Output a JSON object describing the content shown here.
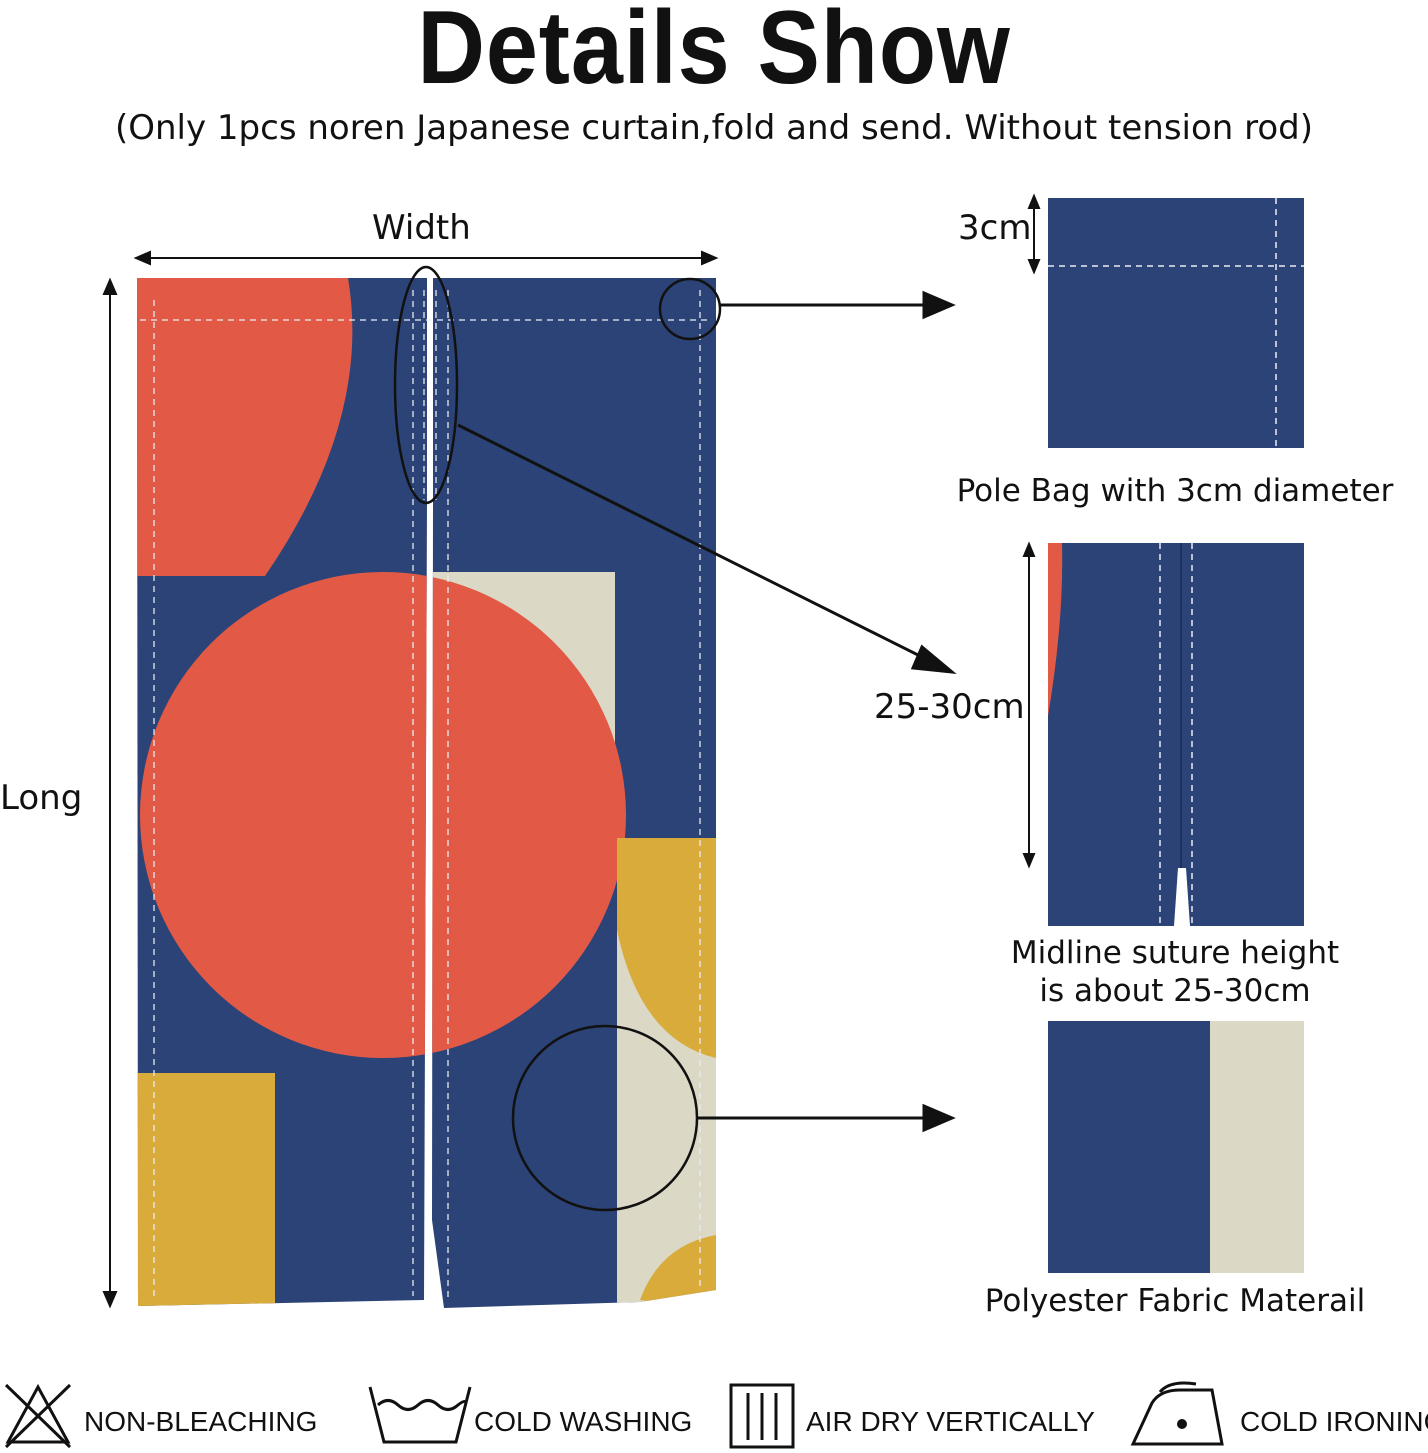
{
  "heading": {
    "title": "Details Show",
    "subtitle": "(Only 1pcs noren Japanese curtain,fold and send. Without tension rod)"
  },
  "curtain": {
    "width_label": "Width",
    "length_label": "Long"
  },
  "details": [
    {
      "measure": "3cm",
      "caption": "Pole Bag with 3cm diameter"
    },
    {
      "measure": "25-30cm",
      "caption_line1": "Midline suture height",
      "caption_line2": "is about 25-30cm"
    },
    {
      "caption": "Polyester Fabric Materail"
    }
  ],
  "care": [
    {
      "label": "NON-BLEACHING",
      "icon": "no-bleach-icon"
    },
    {
      "label": "COLD WASHING",
      "icon": "wash-tub-icon"
    },
    {
      "label": "AIR DRY VERTICALLY",
      "icon": "drip-dry-icon"
    },
    {
      "label": "COLD IRONING",
      "icon": "iron-icon"
    }
  ],
  "colors": {
    "navy": "#2c4377",
    "coral": "#e25a46",
    "mustard": "#d8ab3b",
    "cream": "#dcd8c6"
  }
}
